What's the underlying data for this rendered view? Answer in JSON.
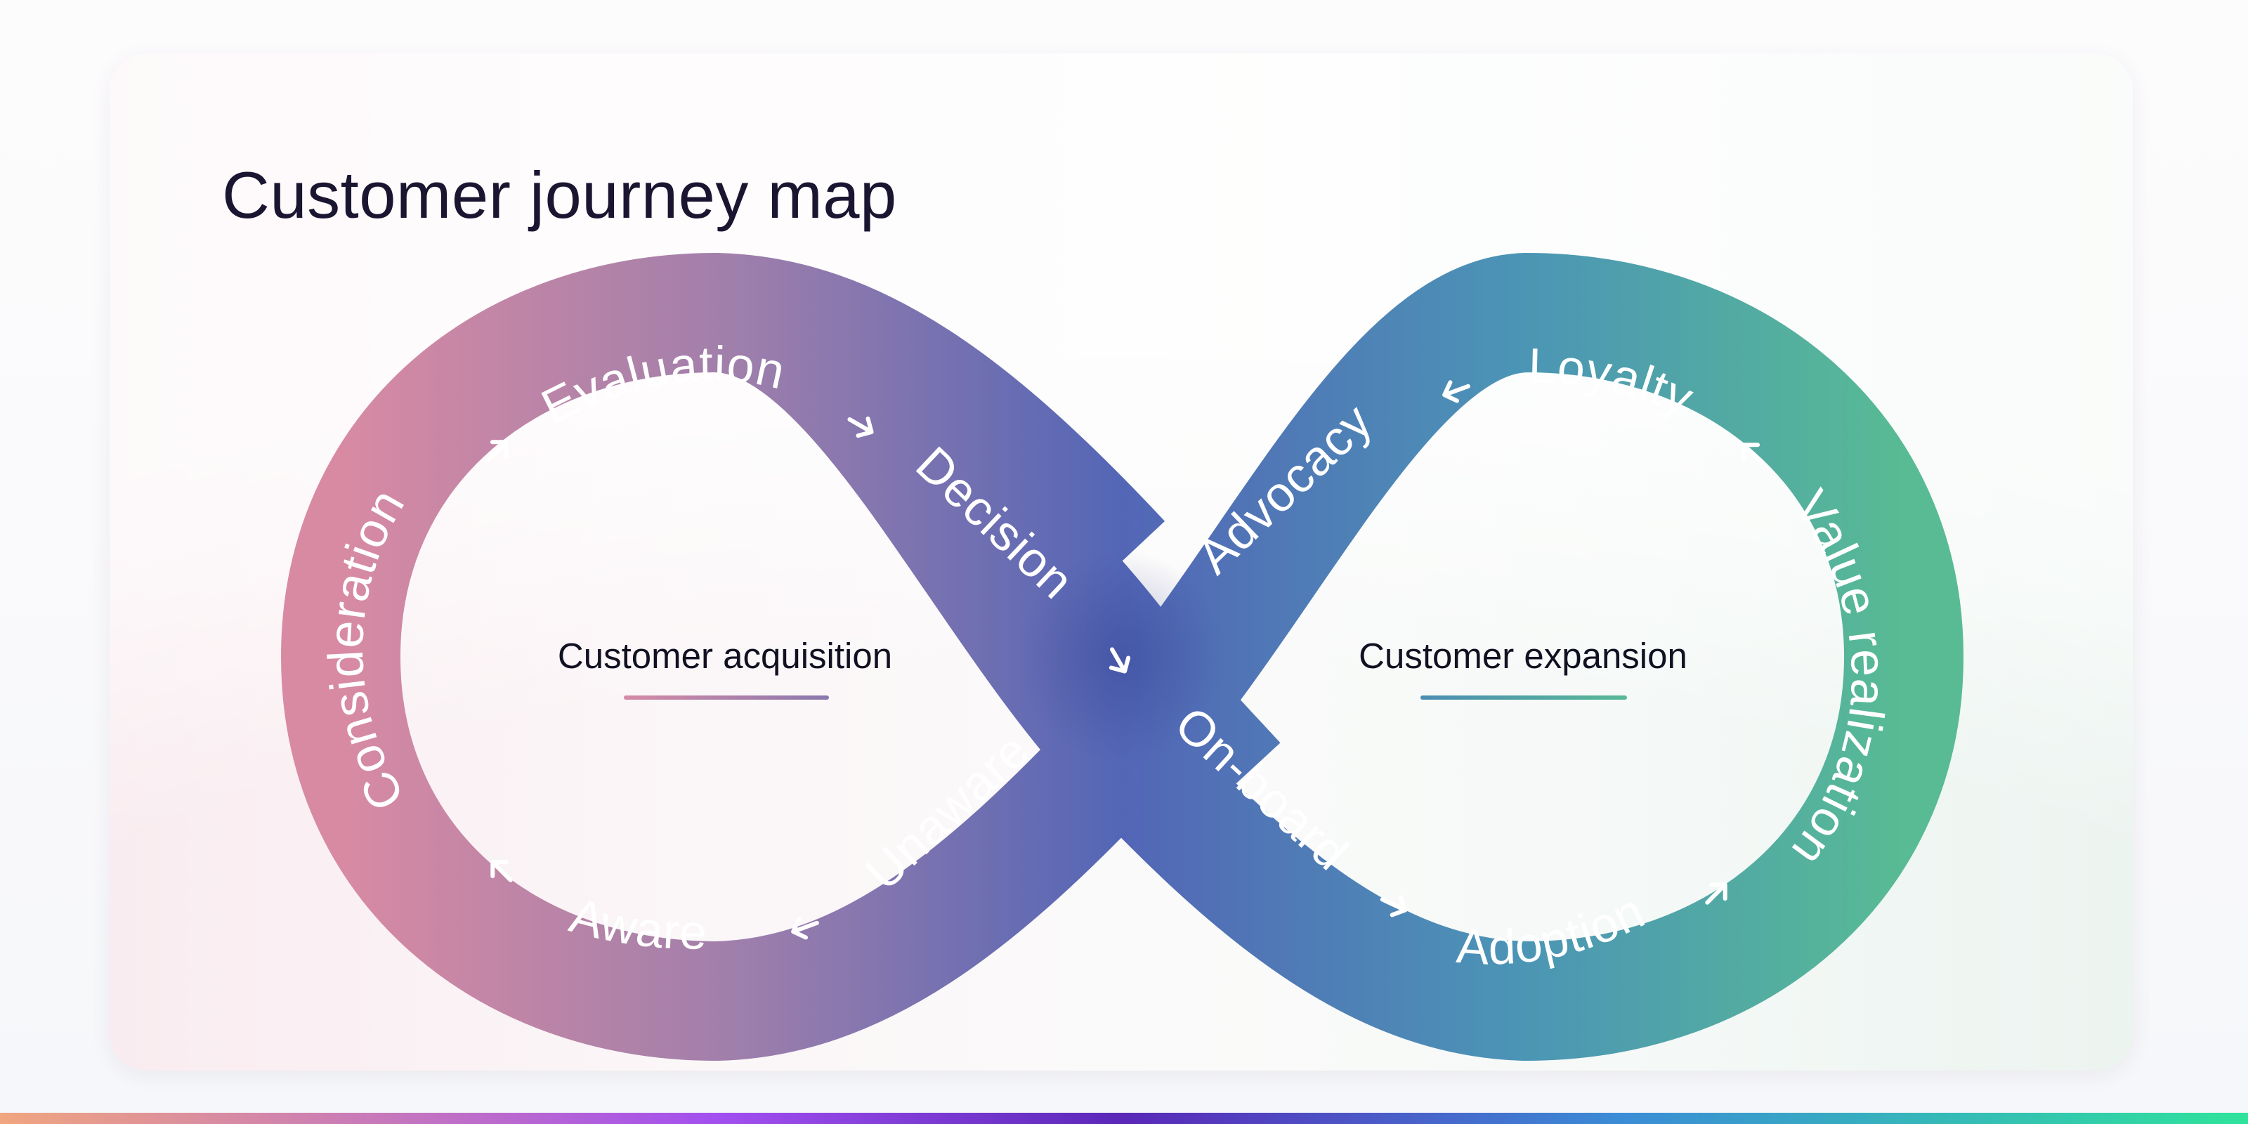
{
  "title": "Customer journey map",
  "sections": {
    "acquisition": "Customer acquisition",
    "expansion": "Customer expansion"
  },
  "stages": {
    "consideration": "Consideration",
    "evaluation": "Evaluation",
    "decision": "Decision",
    "onboard": "On-board",
    "adoption": "Adoption",
    "value_realization": "Value realization",
    "loyalty": "Loyalty",
    "advocacy": "Advocacy",
    "unaware": "Unaware",
    "aware": "Aware"
  },
  "colors": {
    "pink": "#d58aa4",
    "purple": "#8a78ae",
    "blue": "#5167b5",
    "teal": "#4b9bb2",
    "green": "#57b995",
    "title": "#1a1530"
  }
}
